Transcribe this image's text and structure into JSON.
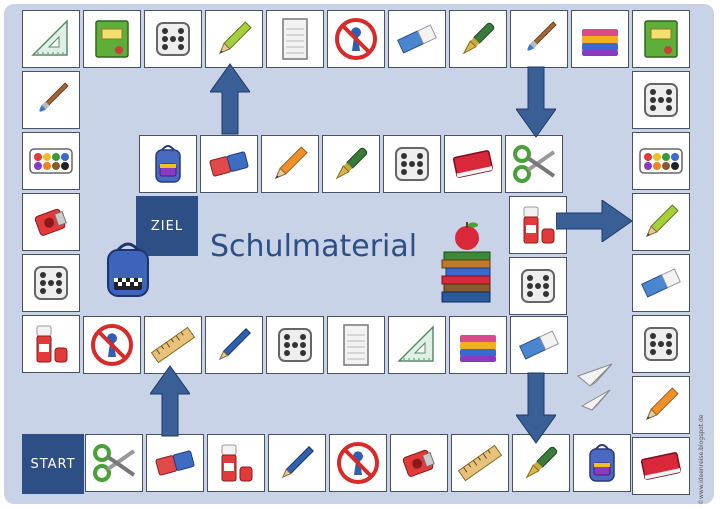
{
  "title": "Schulmaterial",
  "start_label": "START",
  "ziel_label": "ZIEL",
  "credit": "©www.ideenreise.blogspot.de",
  "colors": {
    "accent": "#2e4f86",
    "board": "#c9d3e8",
    "arrow": "#3a5f96",
    "border": "#4a5366"
  },
  "track": {
    "outer_top": [
      "ruler-triangle-icon",
      "notebook-green-icon",
      "dice-icon",
      "pencil-green-icon",
      "notepad-icon",
      "no-entry-icon",
      "eraser-blue-icon",
      "fountain-pen-icon",
      "paintbrush-icon",
      "folders-icon",
      "notebook-green-icon"
    ],
    "outer_right": [
      "dice-icon",
      "paint-palette-icon",
      "pencil-green-icon",
      "eraser-blue-icon",
      "dice-icon",
      "pencil-orange-icon",
      "book-red-icon"
    ],
    "start_row": [
      "scissors-icon",
      "eraser-red-blue-icon",
      "glue-stick-icon",
      "pencil-blue-icon",
      "no-entry-icon",
      "sharpener-icon",
      "ruler-icon",
      "fountain-pen-icon",
      "backpack-icon"
    ],
    "outer_left": [
      "paintbrush-icon",
      "paint-palette-icon",
      "sharpener-icon",
      "dice-icon",
      "glue-stick-icon"
    ],
    "bottom_row": [
      "no-entry-icon",
      "ruler-icon",
      "pencil-blue-icon",
      "dice-icon",
      "notepad-icon",
      "ruler-triangle-icon",
      "folders-icon",
      "eraser-blue-icon"
    ],
    "inner_right": [
      "glue-stick-icon",
      "dice-icon"
    ],
    "inner_top": [
      "backpack-icon",
      "eraser-red-blue-icon",
      "pencil-orange-icon",
      "fountain-pen-icon",
      "dice-icon",
      "book-red-icon",
      "scissors-icon"
    ]
  },
  "arrows": [
    "arrow-up",
    "arrow-up",
    "arrow-down",
    "arrow-down",
    "arrow-right"
  ]
}
